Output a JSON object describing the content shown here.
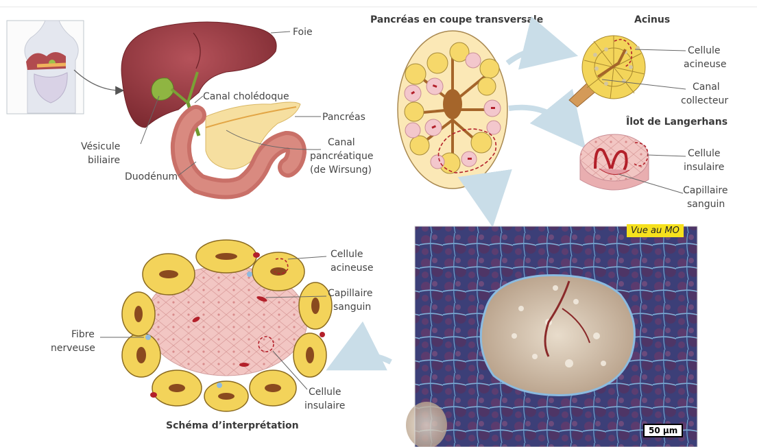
{
  "titles": {
    "pancreas_section": "Pancréas en coupe transversale",
    "acinus": "Acinus",
    "ilot": "Îlot de Langerhans",
    "schema": "Schéma d’interprétation"
  },
  "labels": {
    "foie": "Foie",
    "canal_choledoque": "Canal cholédoque",
    "pancreas": "Pancréas",
    "vesicule_1": "Vésicule",
    "vesicule_2": "biliaire",
    "duodenum": "Duodénum",
    "canal_panc_1": "Canal",
    "canal_panc_2": "pancréatique",
    "canal_panc_3": "(de Wirsung)",
    "acinus_cellule_1": "Cellule",
    "acinus_cellule_2": "acineuse",
    "canal_coll_1": "Canal",
    "canal_coll_2": "collecteur",
    "ilot_cellule_1": "Cellule",
    "ilot_cellule_2": "insulaire",
    "ilot_capillaire_1": "Capillaire",
    "ilot_capillaire_2": "sanguin",
    "schema_acineuse_1": "Cellule",
    "schema_acineuse_2": "acineuse",
    "schema_capillaire_1": "Capillaire",
    "schema_capillaire_2": "sanguin",
    "fibre_1": "Fibre",
    "fibre_2": "nerveuse",
    "schema_insulaire_1": "Cellule",
    "schema_insulaire_2": "insulaire"
  },
  "micrograph": {
    "view_tag": "Vue au MO",
    "scale_bar": "50 µm"
  },
  "colors": {
    "liver": "#9b3a3f",
    "gallbladder": "#9cc24a",
    "pancreas": "#f4dc9a",
    "acinus_yellow": "#f3d55a",
    "acinus_lumen": "#8a4a1f",
    "islet_pink": "#f2c3c3",
    "capillary": "#b3202a",
    "arrow": "#c9dde8",
    "stain_blue": "#3b4f8a",
    "stain_purple": "#5a3a6a",
    "islet_stain": "#c8b6a0"
  }
}
